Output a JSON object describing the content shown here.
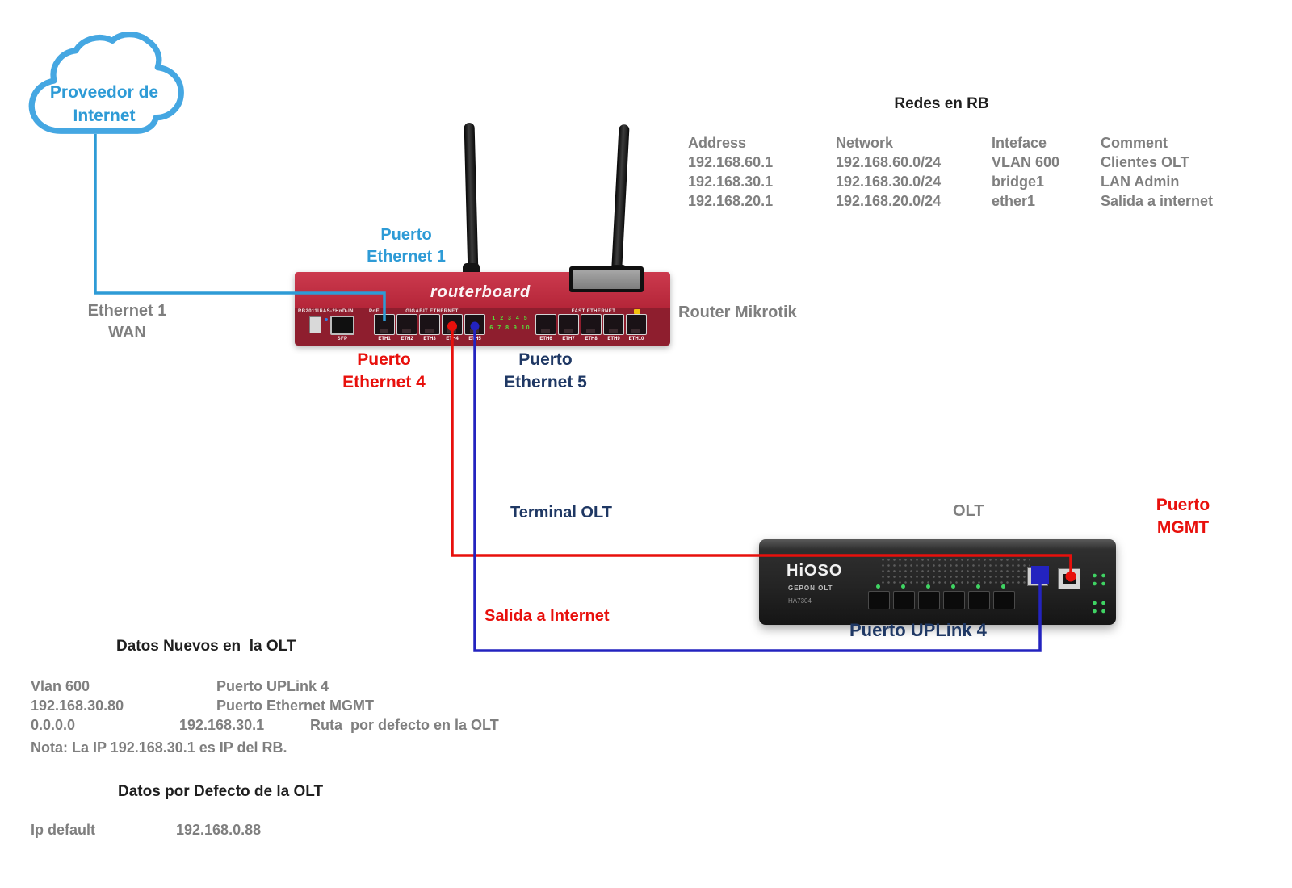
{
  "cloud": {
    "label": "Proveedor de\nInternet"
  },
  "connections": {
    "wan_label": "Ethernet 1\nWAN",
    "eth1_label": "Puerto\nEthernet 1",
    "eth4_label": "Puerto\nEthernet 4",
    "eth5_label": "Puerto\nEthernet 5",
    "terminal_olt_label": "Terminal OLT",
    "salida_internet_label": "Salida a Internet",
    "uplink_label": "Puerto UPLink 4",
    "mgmt_label": "Puerto\nMGMT"
  },
  "router": {
    "caption": "Router Mikrotik",
    "model": "RB2011UiAS-2HnD-IN",
    "brand": "routerboard",
    "poe_label": "PoE",
    "gigabit_label": "GIGABIT ETHERNET",
    "fast_label": "FAST ETHERNET",
    "sfp_label": "SFP",
    "led_row1": "1 2 3 4 5",
    "led_row2": "6 7 8 9 10",
    "ports": [
      "ETH1",
      "ETH2",
      "ETH3",
      "ETH4",
      "ETH5",
      "ETH6",
      "ETH7",
      "ETH8",
      "ETH9",
      "ETH10"
    ]
  },
  "olt": {
    "caption": "OLT",
    "brand": "HiOSO",
    "series": "GEPON OLT",
    "model": "HA7304"
  },
  "rb_table": {
    "title": "Redes en RB",
    "columns": [
      "Address",
      "Network",
      "Inteface",
      "Comment"
    ],
    "rows": [
      [
        "192.168.60.1",
        "192.168.60.0/24",
        "VLAN 600",
        "Clientes OLT"
      ],
      [
        "192.168.30.1",
        "192.168.30.0/24",
        "bridge1",
        "LAN Admin"
      ],
      [
        "192.168.20.1",
        "192.168.20.0/24",
        "ether1",
        "Salida a internet"
      ]
    ]
  },
  "datos_nuevos": {
    "title": "Datos Nuevos en  la OLT",
    "row1_col1": "Vlan 600",
    "row1_col2": "Puerto UPLink 4",
    "row2_col1": "192.168.30.80",
    "row2_col2": "Puerto Ethernet MGMT",
    "row3_col1": "0.0.0.0",
    "row3_col2": "192.168.30.1",
    "row3_col3": "Ruta  por defecto en la OLT",
    "nota": "Nota: La IP 192.168.30.1 es IP del RB."
  },
  "datos_defecto": {
    "title": "Datos por Defecto de la OLT",
    "label": "Ip default",
    "value": "192.168.0.88"
  },
  "colors": {
    "blue": "#2E9BD6",
    "red": "#E8100C",
    "navy_text": "#1F3864",
    "navy_wire": "#2323BF",
    "gray": "#7F7F7F",
    "router_red": "#B52639",
    "olt_black": "#242424",
    "led_green": "#3FD463"
  }
}
